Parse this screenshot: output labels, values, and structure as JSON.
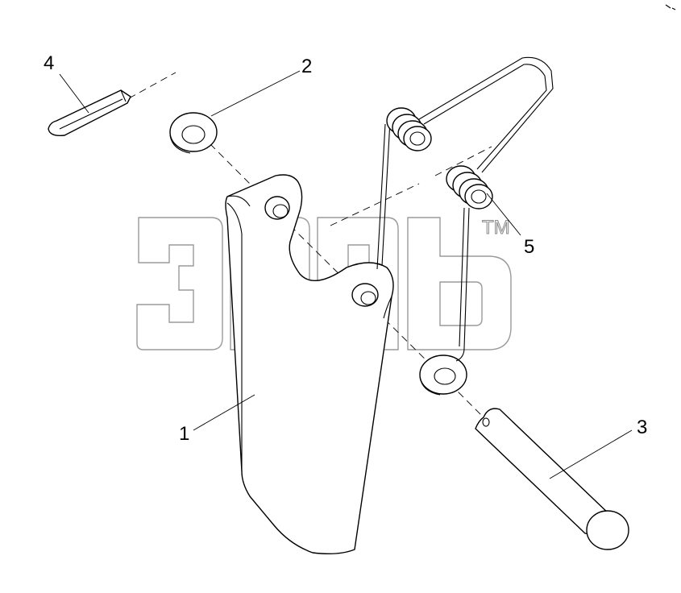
{
  "diagram": {
    "title": "",
    "callouts": [
      {
        "id": "1",
        "label": "1",
        "part": "bracket"
      },
      {
        "id": "2",
        "label": "2",
        "part": "washer-upper"
      },
      {
        "id": "3",
        "label": "3",
        "part": "pin"
      },
      {
        "id": "4",
        "label": "4",
        "part": "cotter-pin"
      },
      {
        "id": "5",
        "label": "5",
        "part": "torsion-spring"
      }
    ],
    "watermark": {
      "text": "TM"
    },
    "line_color": "#000000",
    "watermark_color": "#9a9a9a"
  }
}
